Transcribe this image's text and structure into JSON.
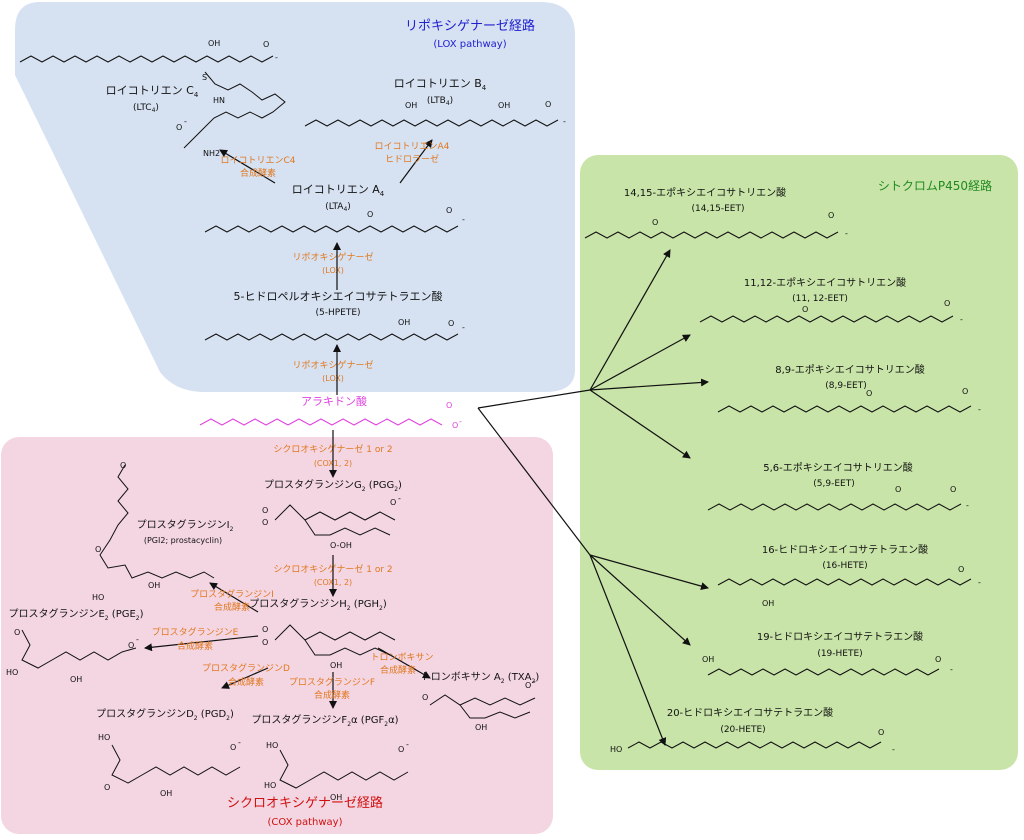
{
  "colors": {
    "lox_region": "#d6e2f2",
    "cox_region": "#f4d6e2",
    "cyp_region": "#c8e4a8",
    "lox_title": "#2020d0",
    "cox_title": "#d01010",
    "cyp_title": "#1f8a1f",
    "enzyme": "#e07820",
    "substrate": "#e040e0",
    "bond": "#111111"
  },
  "regions": {
    "lox": {
      "title": "リポキシゲナーゼ経路",
      "subtitle": "(LOX pathway)"
    },
    "cox": {
      "title": "シクロオキシゲナーゼ経路",
      "subtitle": "(COX pathway)"
    },
    "cyp": {
      "title": "シトクロムP450経路"
    }
  },
  "substrate": {
    "name": "アラキドン酸"
  },
  "lox": {
    "hpete": {
      "name": "5-ヒドロペルオキシエイコサテトラエン酸",
      "abbr": "(5-HPETE)"
    },
    "lta4": {
      "name": "ロイコトリエン A",
      "sub": "4",
      "abbr_pre": "(LTA",
      "abbr_sub": "4",
      "abbr_post": ")"
    },
    "ltb4": {
      "name": "ロイコトリエン B",
      "sub": "4",
      "abbr_pre": "(LTB",
      "abbr_sub": "4",
      "abbr_post": ")"
    },
    "ltc4": {
      "name": "ロイコトリエン C",
      "sub": "4",
      "abbr_pre": "(LTC",
      "abbr_sub": "4",
      "abbr_post": ")"
    },
    "enz_lox_1": {
      "line1": "リポオキシゲナーゼ",
      "line2": "(LOX)"
    },
    "enz_lox_2": {
      "line1": "リポオキシゲナーゼ",
      "line2": "(LOX)"
    },
    "enz_lta4h": {
      "line1": "ロイコトリエンA4",
      "line2": "ヒドロラーゼ"
    },
    "enz_ltc4s": {
      "line1": "ロイコトリエンC4",
      "line2": "合成酵素"
    }
  },
  "cox": {
    "enz_cox_1": {
      "line1": "シクロオキシゲナーゼ 1 or 2",
      "line2": "(COX1, 2)"
    },
    "enz_cox_2": {
      "line1": "シクロオキシゲナーゼ 1 or 2",
      "line2": "(COX1, 2)"
    },
    "pgg2": {
      "pre": "プロスタグランジンG",
      "sub": "2",
      "mid": " (PGG",
      "sub2": "2",
      "post": ")"
    },
    "pgh2": {
      "pre": "プロスタグランジンH",
      "sub": "2",
      "mid": " (PGH",
      "sub2": "2",
      "post": ")"
    },
    "pgi2": {
      "pre": "プロスタグランジンI",
      "sub": "2",
      "abbr": "(PGI2; prostacyclin)"
    },
    "pge2": {
      "pre": "プロスタグランジンE",
      "sub": "2",
      "mid": " (PGE",
      "sub2": "2",
      "post": ")"
    },
    "pgd2": {
      "pre": "プロスタグランジンD",
      "sub": "2",
      "mid": " (PGD",
      "sub2": "2",
      "post": ")"
    },
    "pgf2a": {
      "pre": "プロスタグランジンF",
      "sub": "2",
      "mid": "α (PGF",
      "sub2": "2",
      "post": "α)"
    },
    "txa2": {
      "pre": "トロンボキサン A",
      "sub": "2",
      "mid": " (TXA",
      "sub2": "2",
      "post": ")"
    },
    "enz_pgis": {
      "line1": "プロスタグランジンI",
      "line2": "合成酵素"
    },
    "enz_pges": {
      "line1": "プロスタグランジンE",
      "line2": "合成酵素"
    },
    "enz_pgds": {
      "line1": "プロスタグランジンD",
      "line2": "合成酵素"
    },
    "enz_pgfs": {
      "line1": "プロスタグランジンF",
      "line2": "合成酵素"
    },
    "enz_txas": {
      "line1": "トロンボキサン",
      "line2": "合成酵素"
    }
  },
  "cyp": {
    "eet1415": {
      "name": "14,15-エポキシエイコサトリエン酸",
      "abbr": "(14,15-EET)"
    },
    "eet1112": {
      "name": "11,12-エポキシエイコサトリエン酸",
      "abbr": "(11, 12-EET)"
    },
    "eet89": {
      "name": "8,9-エポキシエイコサトリエン酸",
      "abbr": "(8,9-EET)"
    },
    "eet56": {
      "name": "5,6-エポキシエイコサトリエン酸",
      "abbr": "(5,9-EET)"
    },
    "hete16": {
      "name": "16-ヒドロキシエイコサテトラエン酸",
      "abbr": "(16-HETE)"
    },
    "hete19": {
      "name": "19-ヒドロキシエイコサテトラエン酸",
      "abbr": "(19-HETE)"
    },
    "hete20": {
      "name": "20-ヒドロキシエイコサテトラエン酸",
      "abbr": "(20-HETE)"
    }
  },
  "atoms": {
    "oh": "OH",
    "ho": "HO",
    "o": "O",
    "s": "S",
    "nh": "HN",
    "nh2": "NH2",
    "ooh": "O-OH",
    "neg": "-"
  }
}
